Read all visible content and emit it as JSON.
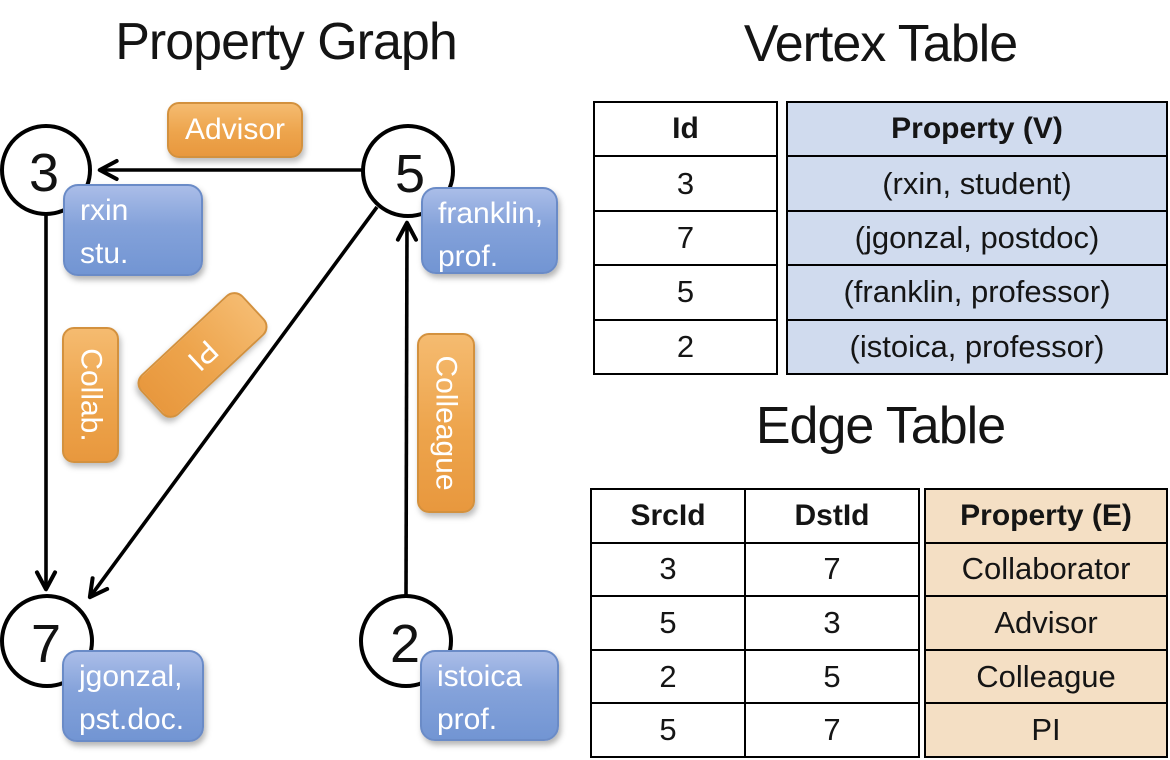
{
  "graph": {
    "title": "Property Graph",
    "nodes": [
      {
        "id": "3"
      },
      {
        "id": "5"
      },
      {
        "id": "7"
      },
      {
        "id": "2"
      }
    ],
    "vertex_labels": {
      "rxin": {
        "line1": "rxin",
        "line2": "stu."
      },
      "franklin": {
        "line1": "franklin,",
        "line2": "prof."
      },
      "jgonzal": {
        "line1": "jgonzal,",
        "line2": "pst.doc."
      },
      "istoica": {
        "line1": "istoica",
        "line2": "prof."
      }
    },
    "edge_labels": {
      "advisor": "Advisor",
      "collab": "Collab.",
      "pi": "PI",
      "colleague": "Colleague"
    }
  },
  "vertex_table": {
    "title": "Vertex Table",
    "columns": {
      "id": "Id",
      "property": "Property (V)"
    },
    "rows": [
      {
        "id": "3",
        "property": "(rxin, student)"
      },
      {
        "id": "7",
        "property": "(jgonzal, postdoc)"
      },
      {
        "id": "5",
        "property": "(franklin, professor)"
      },
      {
        "id": "2",
        "property": "(istoica, professor)"
      }
    ]
  },
  "edge_table": {
    "title": "Edge Table",
    "columns": {
      "src": "SrcId",
      "dst": "DstId",
      "property": "Property (E)"
    },
    "rows": [
      {
        "src": "3",
        "dst": "7",
        "property": "Collaborator"
      },
      {
        "src": "5",
        "dst": "3",
        "property": "Advisor"
      },
      {
        "src": "2",
        "dst": "5",
        "property": "Colleague"
      },
      {
        "src": "5",
        "dst": "7",
        "property": "PI"
      }
    ]
  },
  "colors": {
    "vertex_box_blue": "#7b9bd7",
    "edge_box_orange": "#eb9f48",
    "vertex_table_fill": "#d0dbee",
    "edge_table_fill": "#f4dfc4",
    "line_black": "#000000"
  }
}
